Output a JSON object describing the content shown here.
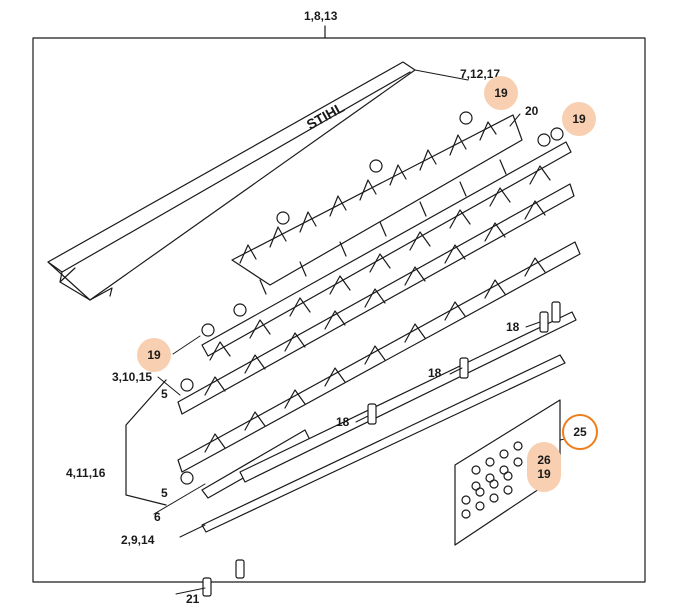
{
  "diagram": {
    "brand": "STIHL",
    "colors": {
      "line": "#1a1a1a",
      "highlight_fill": "#f8cfb0",
      "ring_border": "#ef7d1a"
    },
    "labels": {
      "main_assembly": "1,8,13",
      "upper_guard": "7,12,17",
      "upper_blade": "20",
      "upper_blade_left": "3,10,15",
      "spacer_left": "5",
      "lower_blade_assembly": "4,11,16",
      "spacer_bottom": "5",
      "guide_plate": "6",
      "bottom_bar": "2,9,14",
      "screw_bottom": "21",
      "screw_right_top": "18",
      "screw_right_mid": "18",
      "screw_center": "18"
    },
    "badges": {
      "nut_top": "19",
      "nut_right": "19",
      "nut_left": "19",
      "kit": "25",
      "kit_parts_a": "26",
      "kit_parts_b": "19"
    }
  }
}
